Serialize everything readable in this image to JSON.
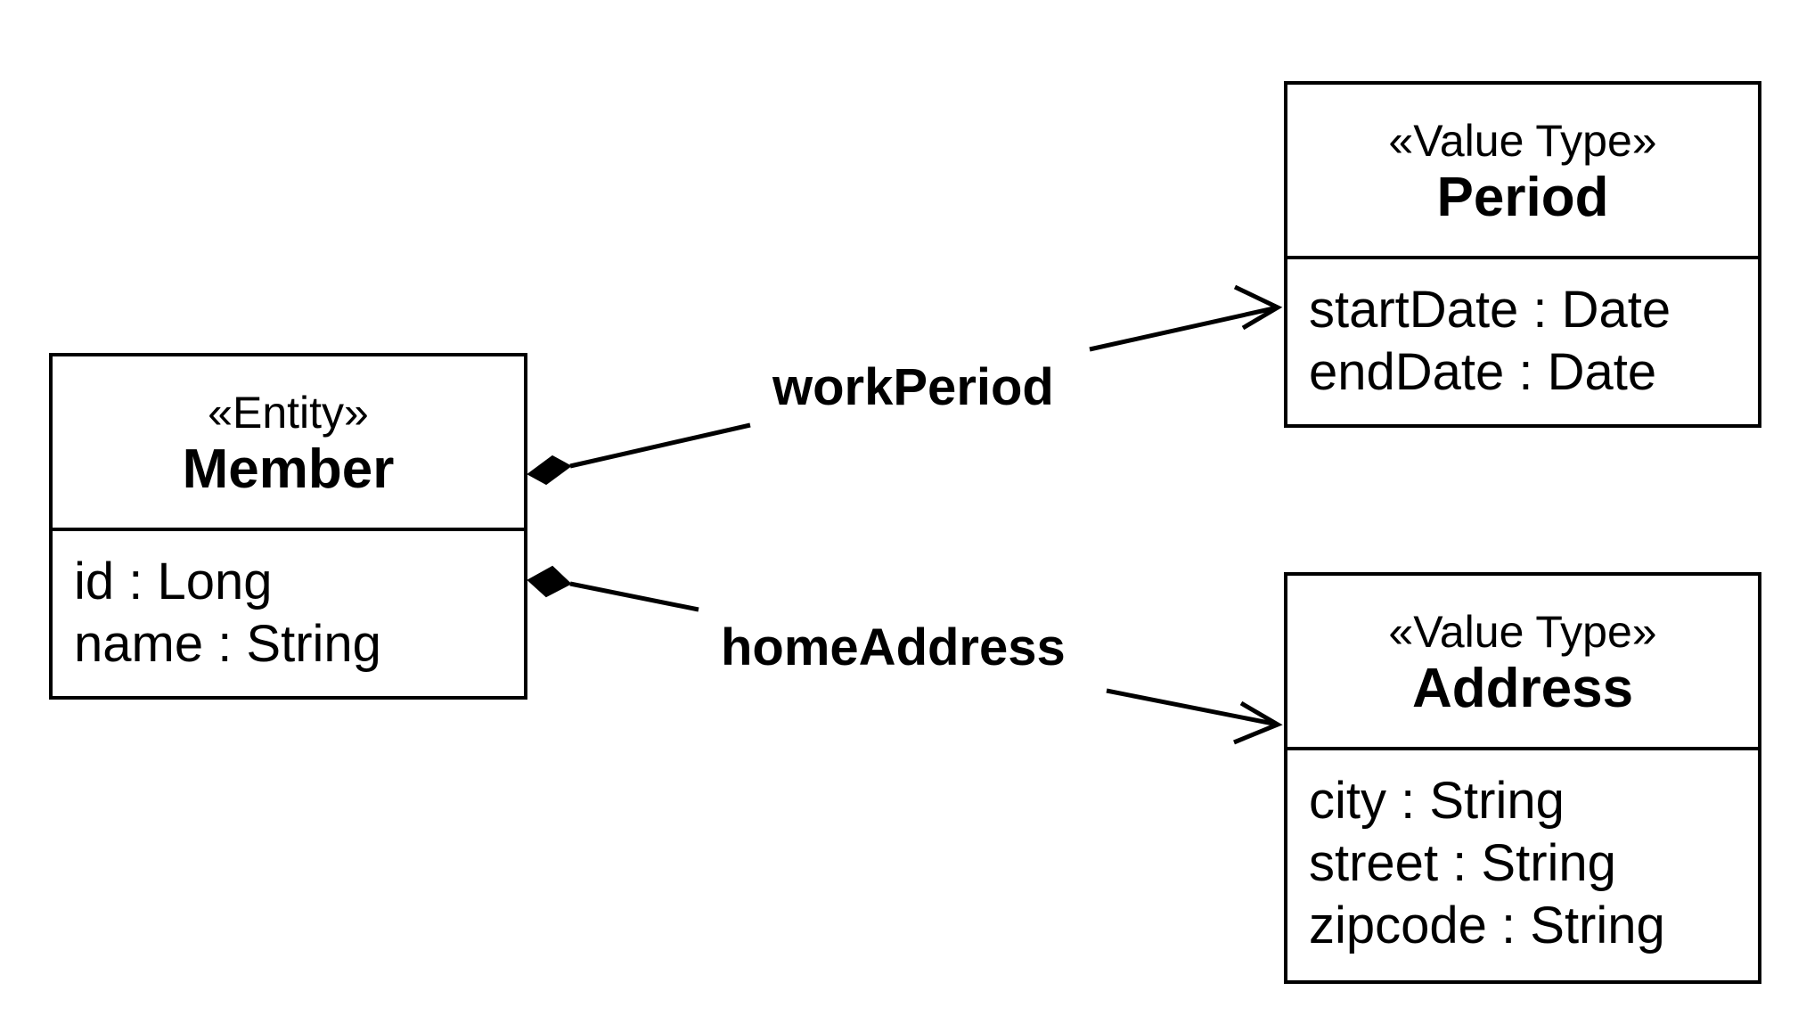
{
  "classes": {
    "member": {
      "stereotype": "«Entity»",
      "name": "Member",
      "attributes": [
        "id : Long",
        "name : String"
      ]
    },
    "period": {
      "stereotype": "«Value Type»",
      "name": "Period",
      "attributes": [
        "startDate : Date",
        "endDate : Date"
      ]
    },
    "address": {
      "stereotype": "«Value Type»",
      "name": "Address",
      "attributes": [
        "city : String",
        "street : String",
        "zipcode : String"
      ]
    }
  },
  "associations": {
    "work_period": {
      "label": "workPeriod",
      "from": "Member",
      "to": "Period",
      "source_end": "composition",
      "target_end": "navigable"
    },
    "home_address": {
      "label": "homeAddress",
      "from": "Member",
      "to": "Address",
      "source_end": "composition",
      "target_end": "navigable"
    }
  },
  "colors": {
    "stroke": "#000000",
    "background": "#ffffff"
  }
}
